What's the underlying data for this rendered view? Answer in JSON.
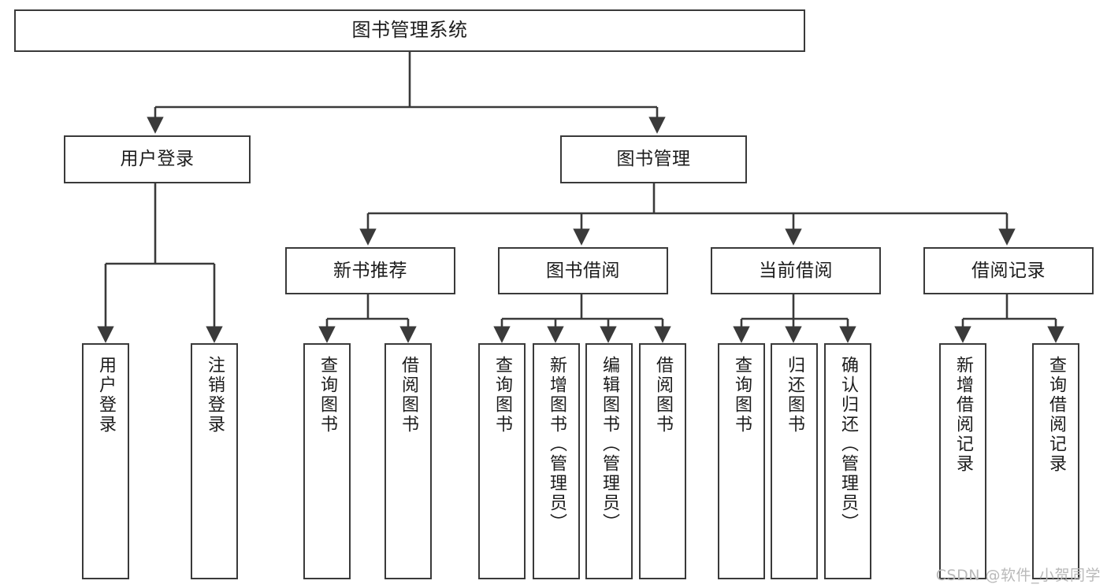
{
  "diagram": {
    "title_node": {
      "label": "图书管理系统"
    },
    "level2": [
      {
        "id": "user-login",
        "label": "用户登录"
      },
      {
        "id": "book-management",
        "label": "图书管理"
      }
    ],
    "level3": [
      {
        "id": "new-book-recommend",
        "label": "新书推荐"
      },
      {
        "id": "book-borrow",
        "label": "图书借阅"
      },
      {
        "id": "current-borrow",
        "label": "当前借阅"
      },
      {
        "id": "borrow-record",
        "label": "借阅记录"
      }
    ],
    "leaves": [
      {
        "id": "leaf-user-login",
        "label": "用户登录"
      },
      {
        "id": "leaf-logout-login",
        "label": "注销登录"
      },
      {
        "id": "leaf-query-book-1",
        "label": "查询图书"
      },
      {
        "id": "leaf-borrow-book-1",
        "label": "借阅图书"
      },
      {
        "id": "leaf-query-book-2",
        "label": "查询图书"
      },
      {
        "id": "leaf-add-book",
        "label": "新增图书（管理员）"
      },
      {
        "id": "leaf-edit-book",
        "label": "编辑图书（管理员）"
      },
      {
        "id": "leaf-borrow-book-2",
        "label": "借阅图书"
      },
      {
        "id": "leaf-query-book-3",
        "label": "查询图书"
      },
      {
        "id": "leaf-return-book",
        "label": "归还图书"
      },
      {
        "id": "leaf-confirm-return",
        "label": "确认归还（管理员）"
      },
      {
        "id": "leaf-add-borrow-record",
        "label": "新增借阅记录"
      },
      {
        "id": "leaf-query-borrow-record",
        "label": "查询借阅记录"
      }
    ],
    "watermark": "CSDN @软件_小贺同学",
    "colors": {
      "stroke": "#3a3a3a",
      "fill": "#ffffff",
      "text": "#1c1c1c",
      "watermark": "#b9b9b9"
    }
  }
}
